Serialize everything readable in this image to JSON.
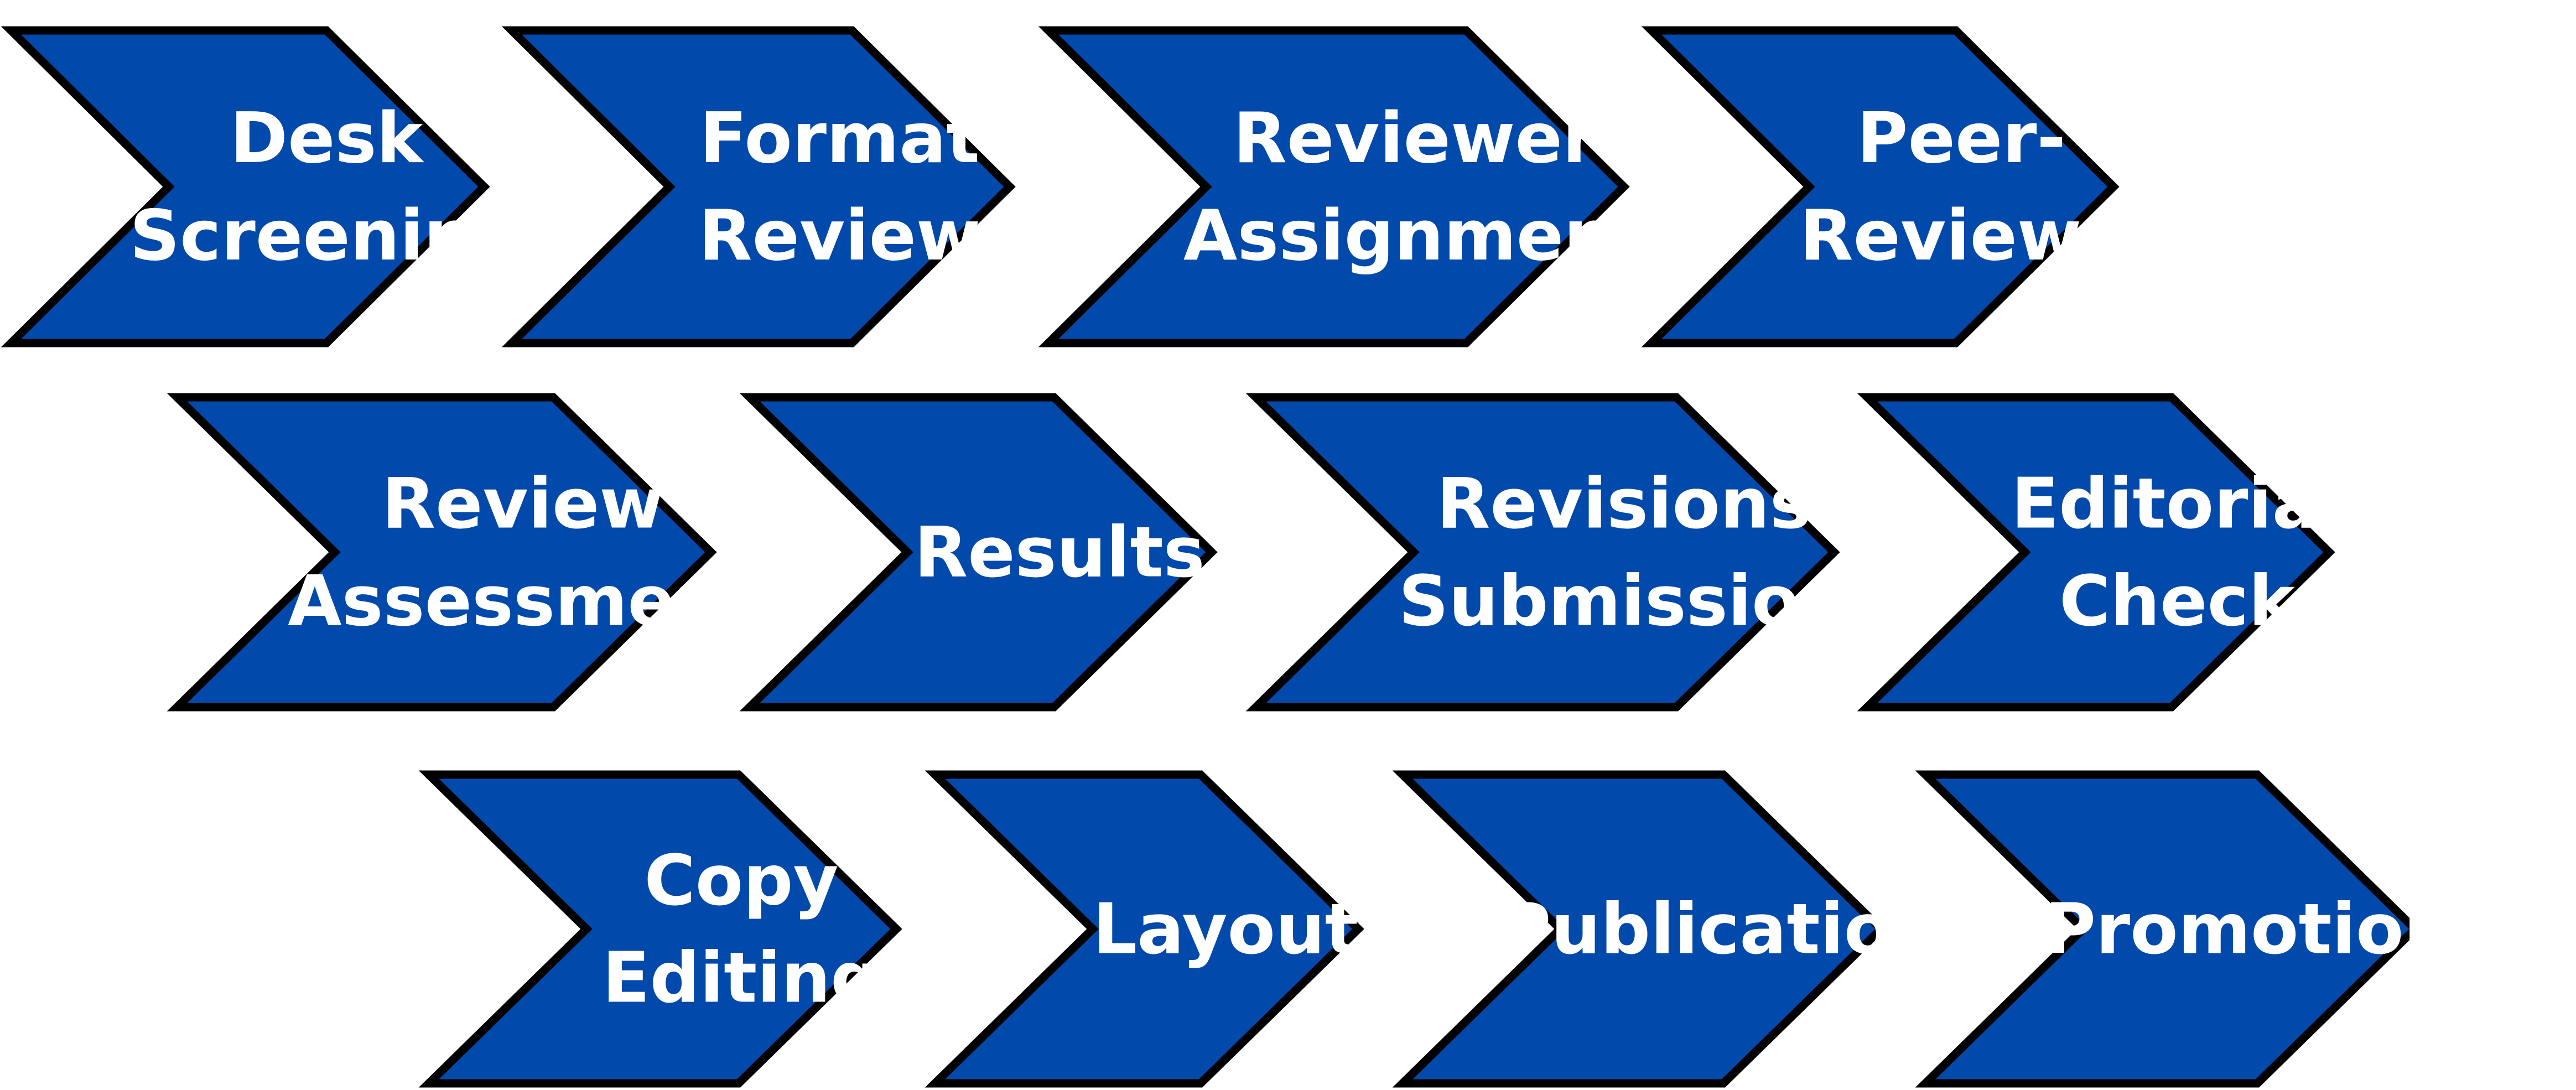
{
  "colors": {
    "chevron_fill": "#0149AA",
    "chevron_outline": "#000000",
    "label_text": "#FFFFFF",
    "background": "#FFFFFF"
  },
  "rows": [
    {
      "steps": [
        {
          "lines": [
            "Desk",
            "Screening"
          ]
        },
        {
          "lines": [
            "Format",
            "Review"
          ]
        },
        {
          "lines": [
            "Reviewer",
            "Assignment"
          ]
        },
        {
          "lines": [
            "Peer-",
            "Reviews"
          ]
        }
      ]
    },
    {
      "steps": [
        {
          "lines": [
            "Review",
            "Assessment"
          ]
        },
        {
          "lines": [
            "Results"
          ]
        },
        {
          "lines": [
            "Revisions",
            "Submission"
          ]
        },
        {
          "lines": [
            "Editorial",
            "Check"
          ]
        }
      ]
    },
    {
      "steps": [
        {
          "lines": [
            "Copy",
            "Editing"
          ]
        },
        {
          "lines": [
            "Layout"
          ]
        },
        {
          "lines": [
            "Publication"
          ]
        },
        {
          "lines": [
            "Promotion"
          ]
        }
      ]
    }
  ]
}
